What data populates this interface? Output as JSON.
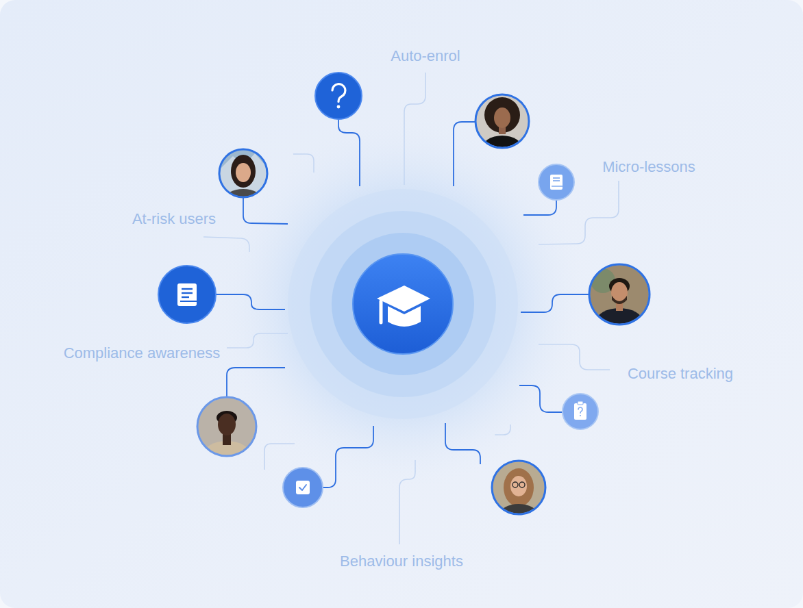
{
  "diagram": {
    "labels": [
      "Auto-enrol",
      "Micro-lessons",
      "At-risk users",
      "Compliance awareness",
      "Course tracking",
      "Behaviour insights"
    ]
  }
}
